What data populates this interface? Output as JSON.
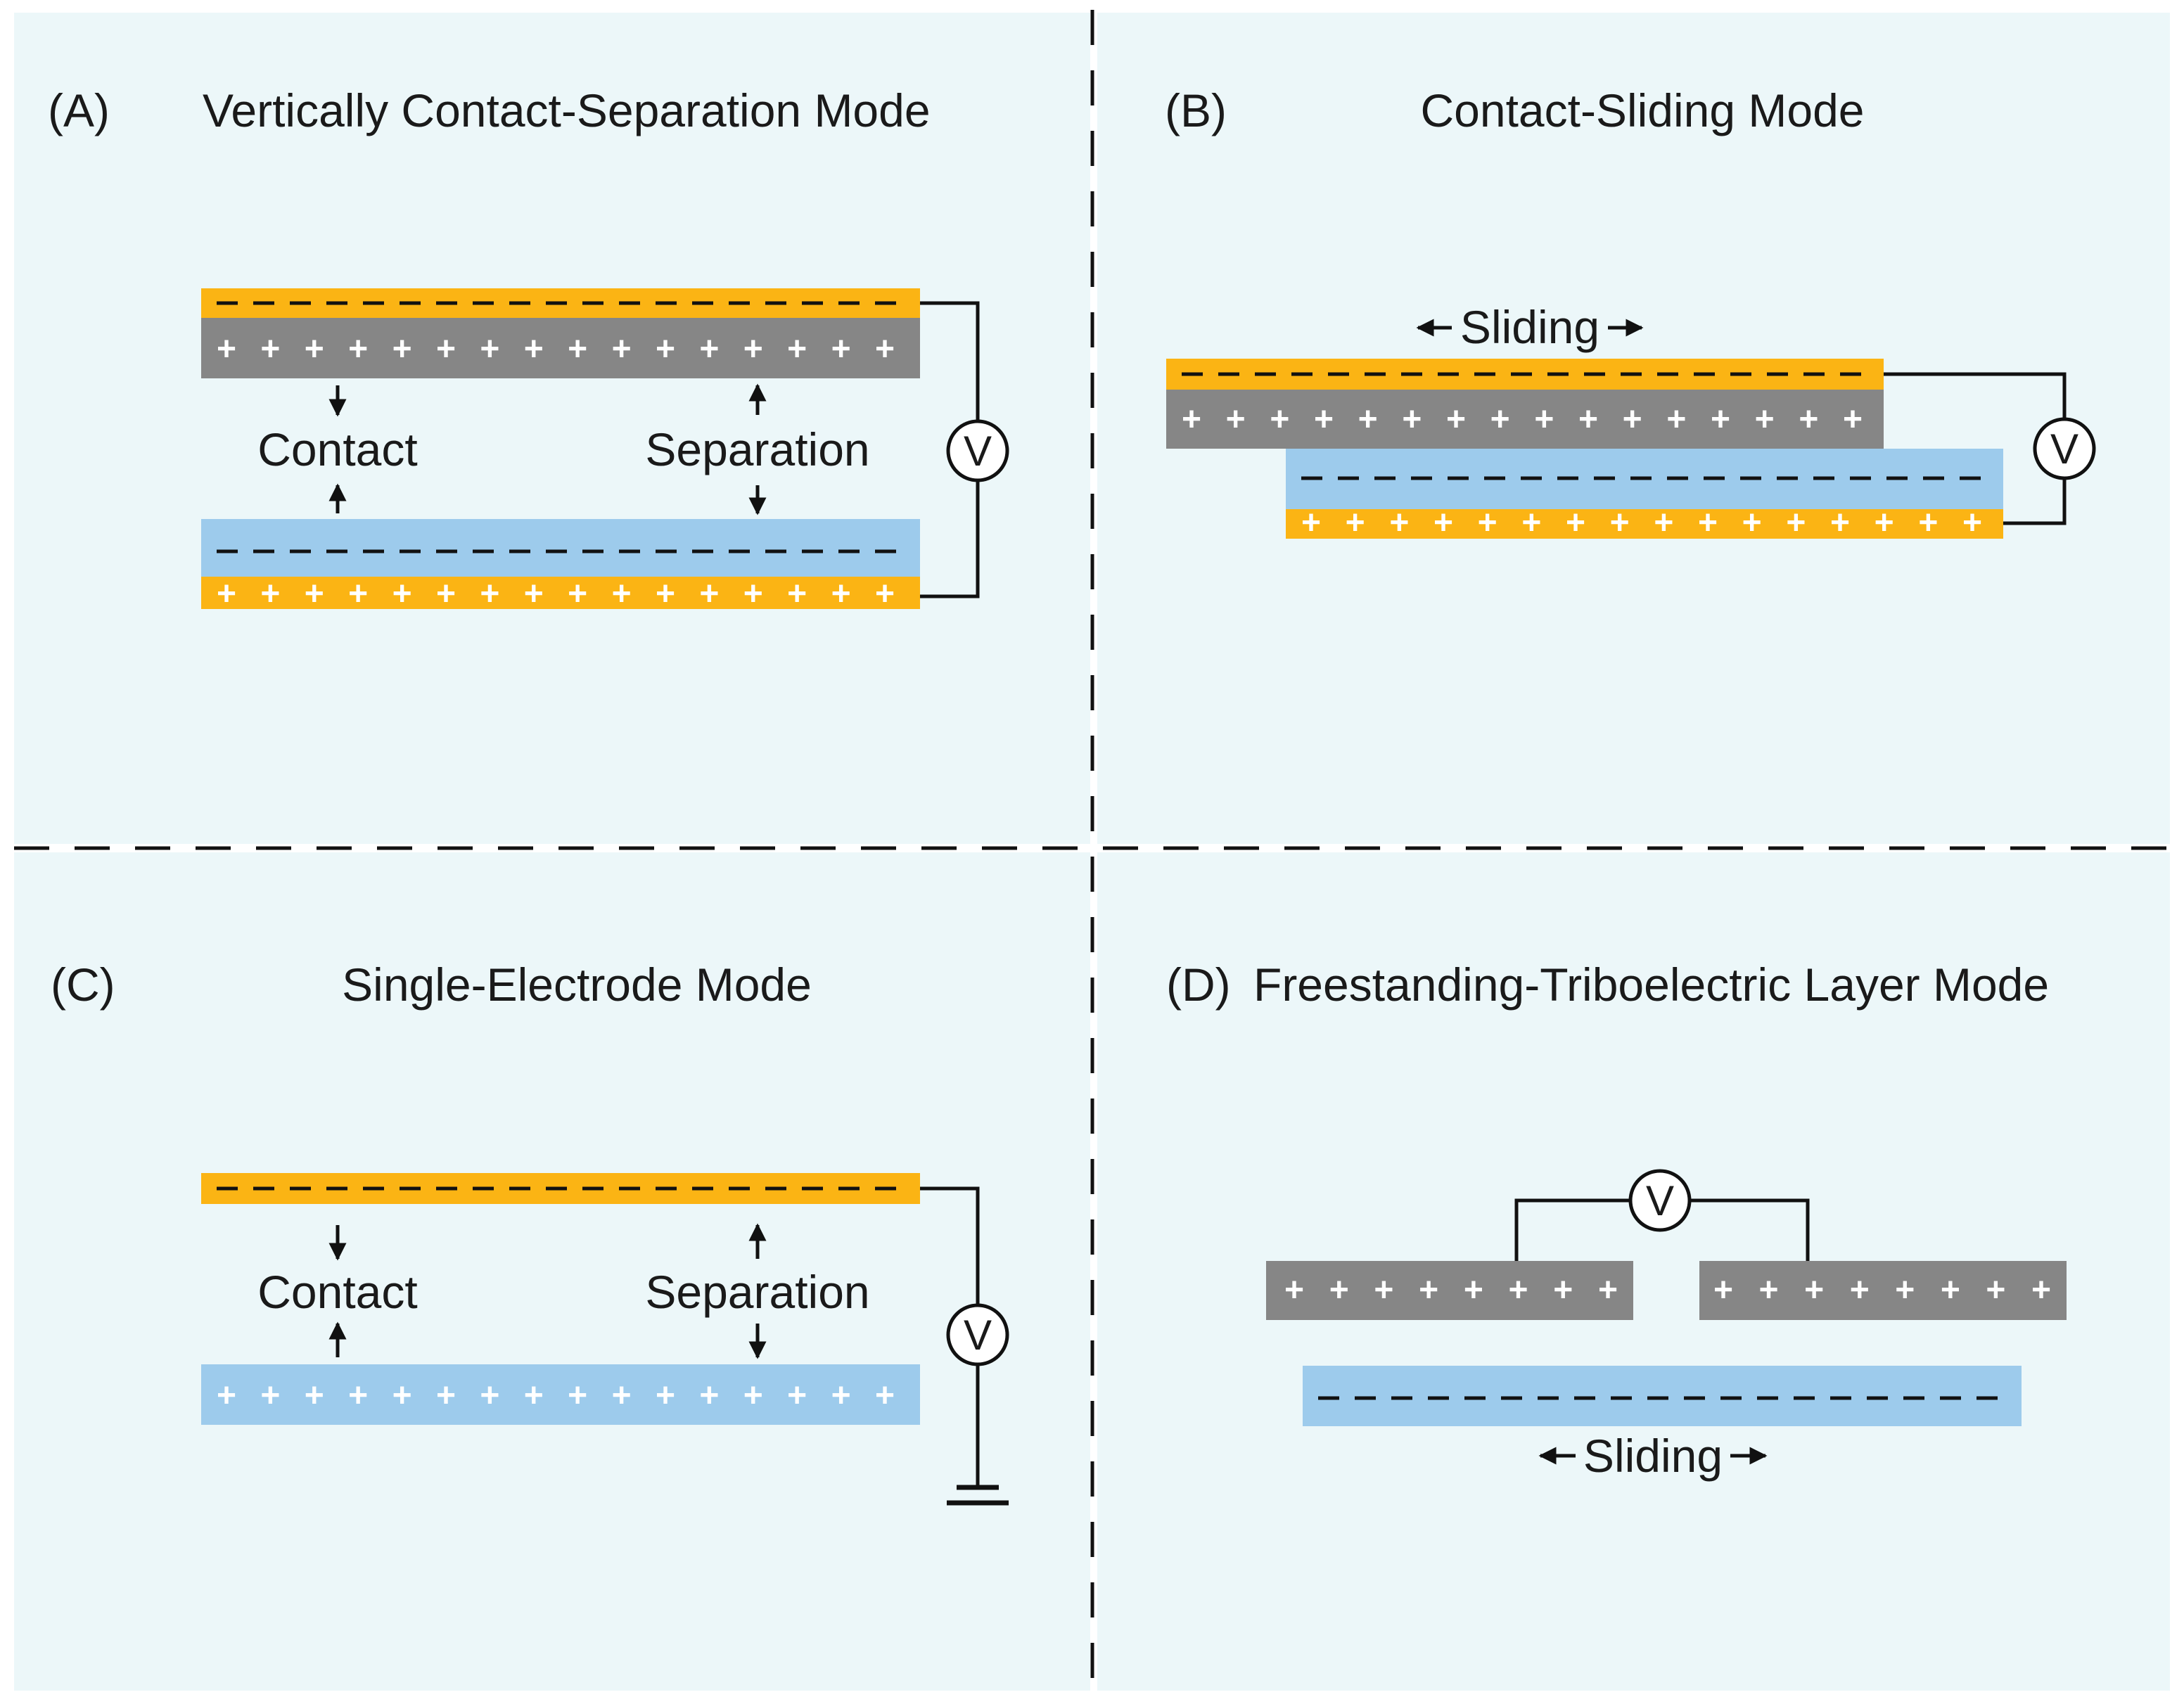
{
  "panels": {
    "a": {
      "letter": "(A)",
      "title": "Vertically Contact-Separation Mode",
      "contact": "Contact",
      "separation": "Separation",
      "meter": "V"
    },
    "b": {
      "letter": "(B)",
      "title": "Contact-Sliding Mode",
      "sliding": "Sliding",
      "meter": "V"
    },
    "c": {
      "letter": "(C)",
      "title": "Single-Electrode Mode",
      "contact": "Contact",
      "separation": "Separation",
      "meter": "V"
    },
    "d": {
      "letter": "(D)",
      "title": "Freestanding-Triboelectric Layer Mode",
      "sliding": "Sliding",
      "meter": "V"
    }
  },
  "signs": {
    "plus": "+",
    "minus": "–"
  },
  "colors": {
    "panel_background": "#ecf7f9",
    "orange_layer": "#fbb414",
    "gray_layer": "#868686",
    "blue_layer": "#9dcbec",
    "wire": "#111111"
  }
}
